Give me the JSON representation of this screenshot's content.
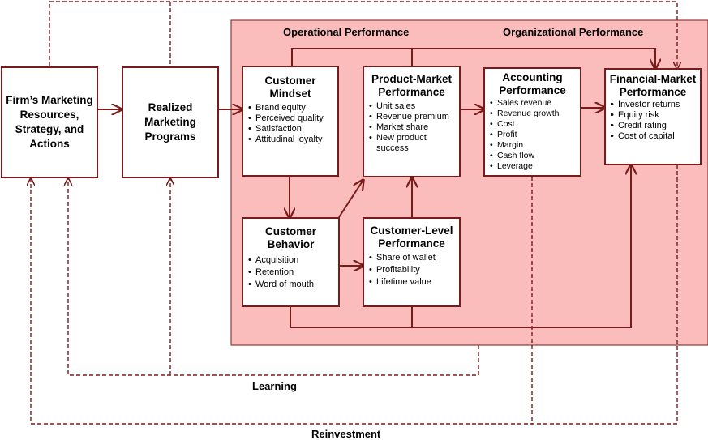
{
  "region_labels": {
    "operational": "Operational Performance",
    "organizational": "Organizational Performance"
  },
  "boxes": {
    "firm": {
      "title": "Firm’s Marketing Resources, Strategy, and Actions"
    },
    "realized": {
      "title": "Realized Marketing Programs"
    },
    "mindset": {
      "title": "Customer Mindset",
      "items": [
        "Brand equity",
        "Perceived quality",
        "Satisfaction",
        "Attitudinal loyalty"
      ]
    },
    "product_market": {
      "title": "Product-Market Performance",
      "items": [
        "Unit sales",
        "Revenue premium",
        "Market share",
        "New product success"
      ]
    },
    "accounting": {
      "title": "Accounting Performance",
      "items": [
        "Sales revenue",
        "Revenue growth",
        "Cost",
        "Profit",
        "Margin",
        "Cash flow",
        "Leverage"
      ]
    },
    "financial": {
      "title": "Financial-Market Performance",
      "items": [
        "Investor returns",
        "Equity risk",
        "Credit rating",
        "Cost of capital"
      ]
    },
    "behavior": {
      "title": "Customer Behavior",
      "items": [
        "Acquisition",
        "Retention",
        "Word of mouth"
      ]
    },
    "customer_level": {
      "title": "Customer-Level Performance",
      "items": [
        "Share of wallet",
        "Profitability",
        "Lifetime value"
      ]
    }
  },
  "loop_labels": {
    "learning": "Learning",
    "reinvestment": "Reinvestment"
  },
  "colors": {
    "line": "#7a1a1a",
    "region_fill": "#fbbcbc",
    "region_border": "#7a1a1a",
    "box_border": "#7a1a1a"
  }
}
